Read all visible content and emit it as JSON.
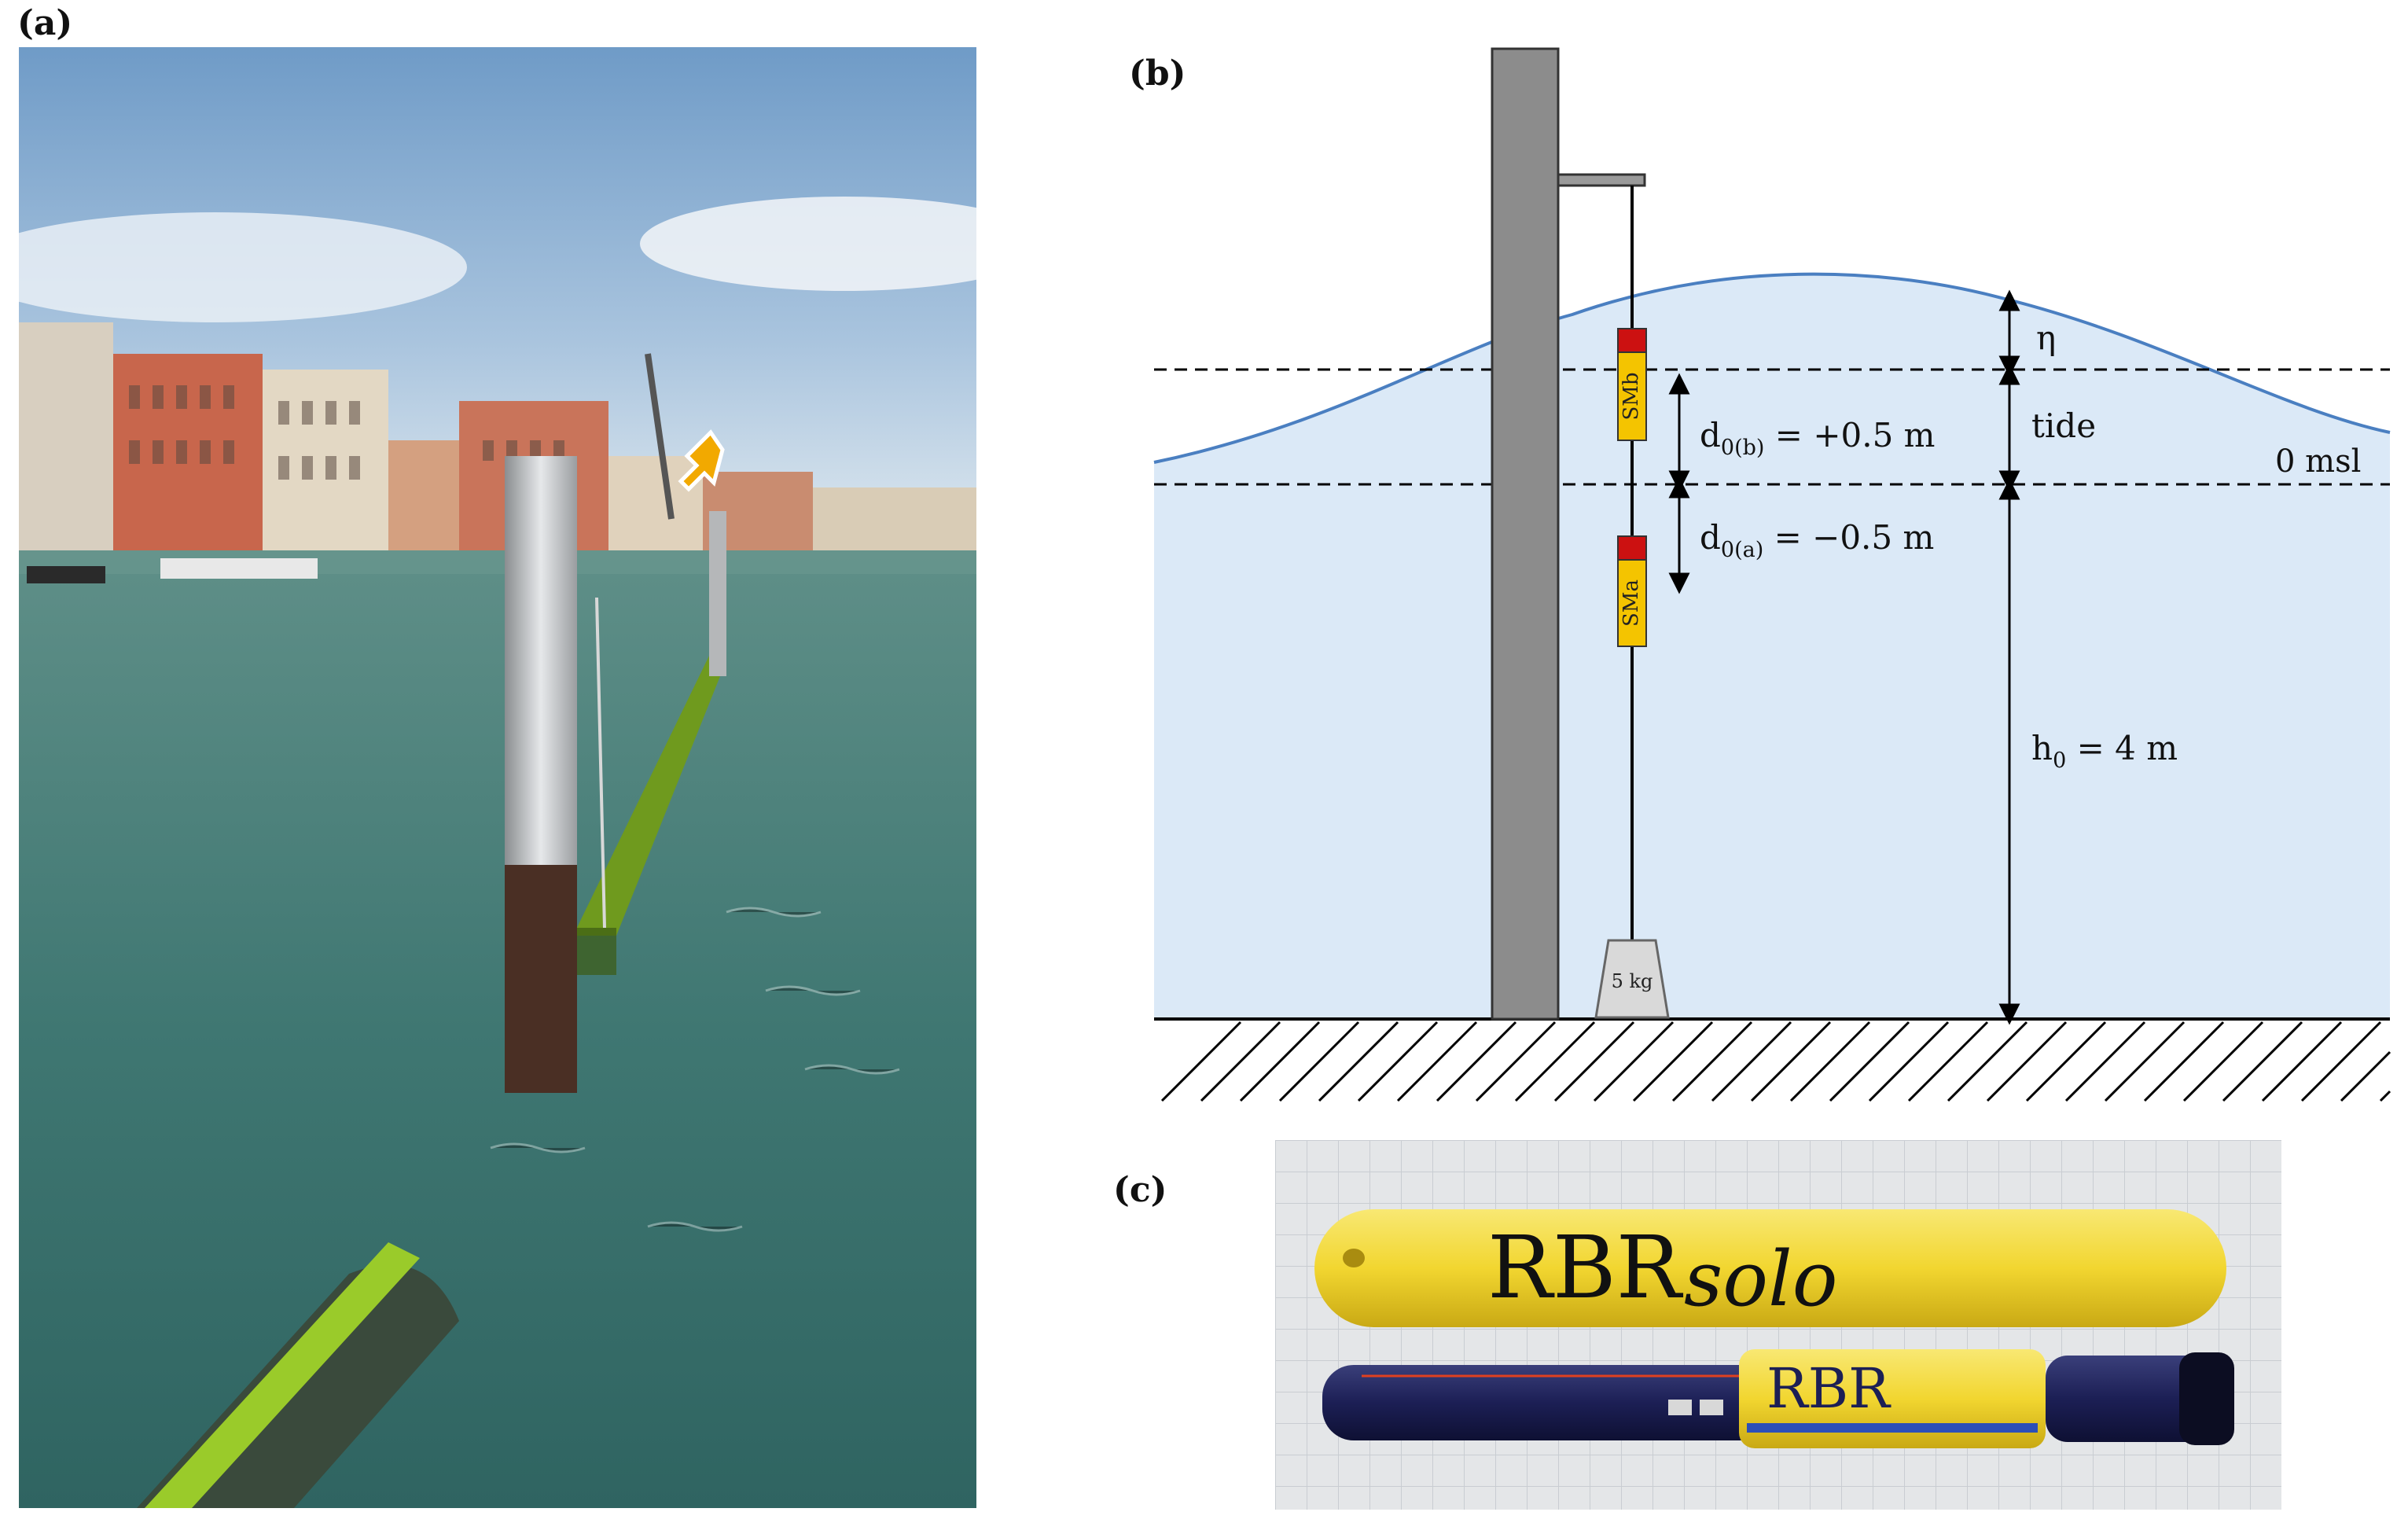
{
  "panels": {
    "a": {
      "label": "(a)"
    },
    "b": {
      "label": "(b)"
    },
    "c": {
      "label": "(c)"
    }
  },
  "diagram": {
    "weight_label": "5 kg",
    "sensor_top_label": "SMb",
    "sensor_bottom_label": "SMa",
    "eta_label": "η",
    "tide_label": "tide",
    "msl_label": "0 msl",
    "d0b": {
      "base": "d",
      "sub": "0(b)",
      "rest": " = +0.5 m"
    },
    "d0a": {
      "base": "d",
      "sub": "0(a)",
      "rest": " = −0.5 m"
    },
    "h0": {
      "base": "h",
      "sub": "0",
      "rest": " = 4 m"
    },
    "colors": {
      "water": "#dbe9f7",
      "wave_line": "#4a7fc1",
      "pole": "#8c8c8c",
      "sensor_body": "#f4c400",
      "sensor_cap": "#cc1111",
      "weight": "#d9d9d9"
    }
  },
  "photo_c": {
    "case_text_main": "RBR",
    "case_text_script": "solo",
    "instrument_text": "RBR",
    "colors": {
      "case": "#f2d630",
      "instrument_body": "#1c1f55"
    }
  }
}
